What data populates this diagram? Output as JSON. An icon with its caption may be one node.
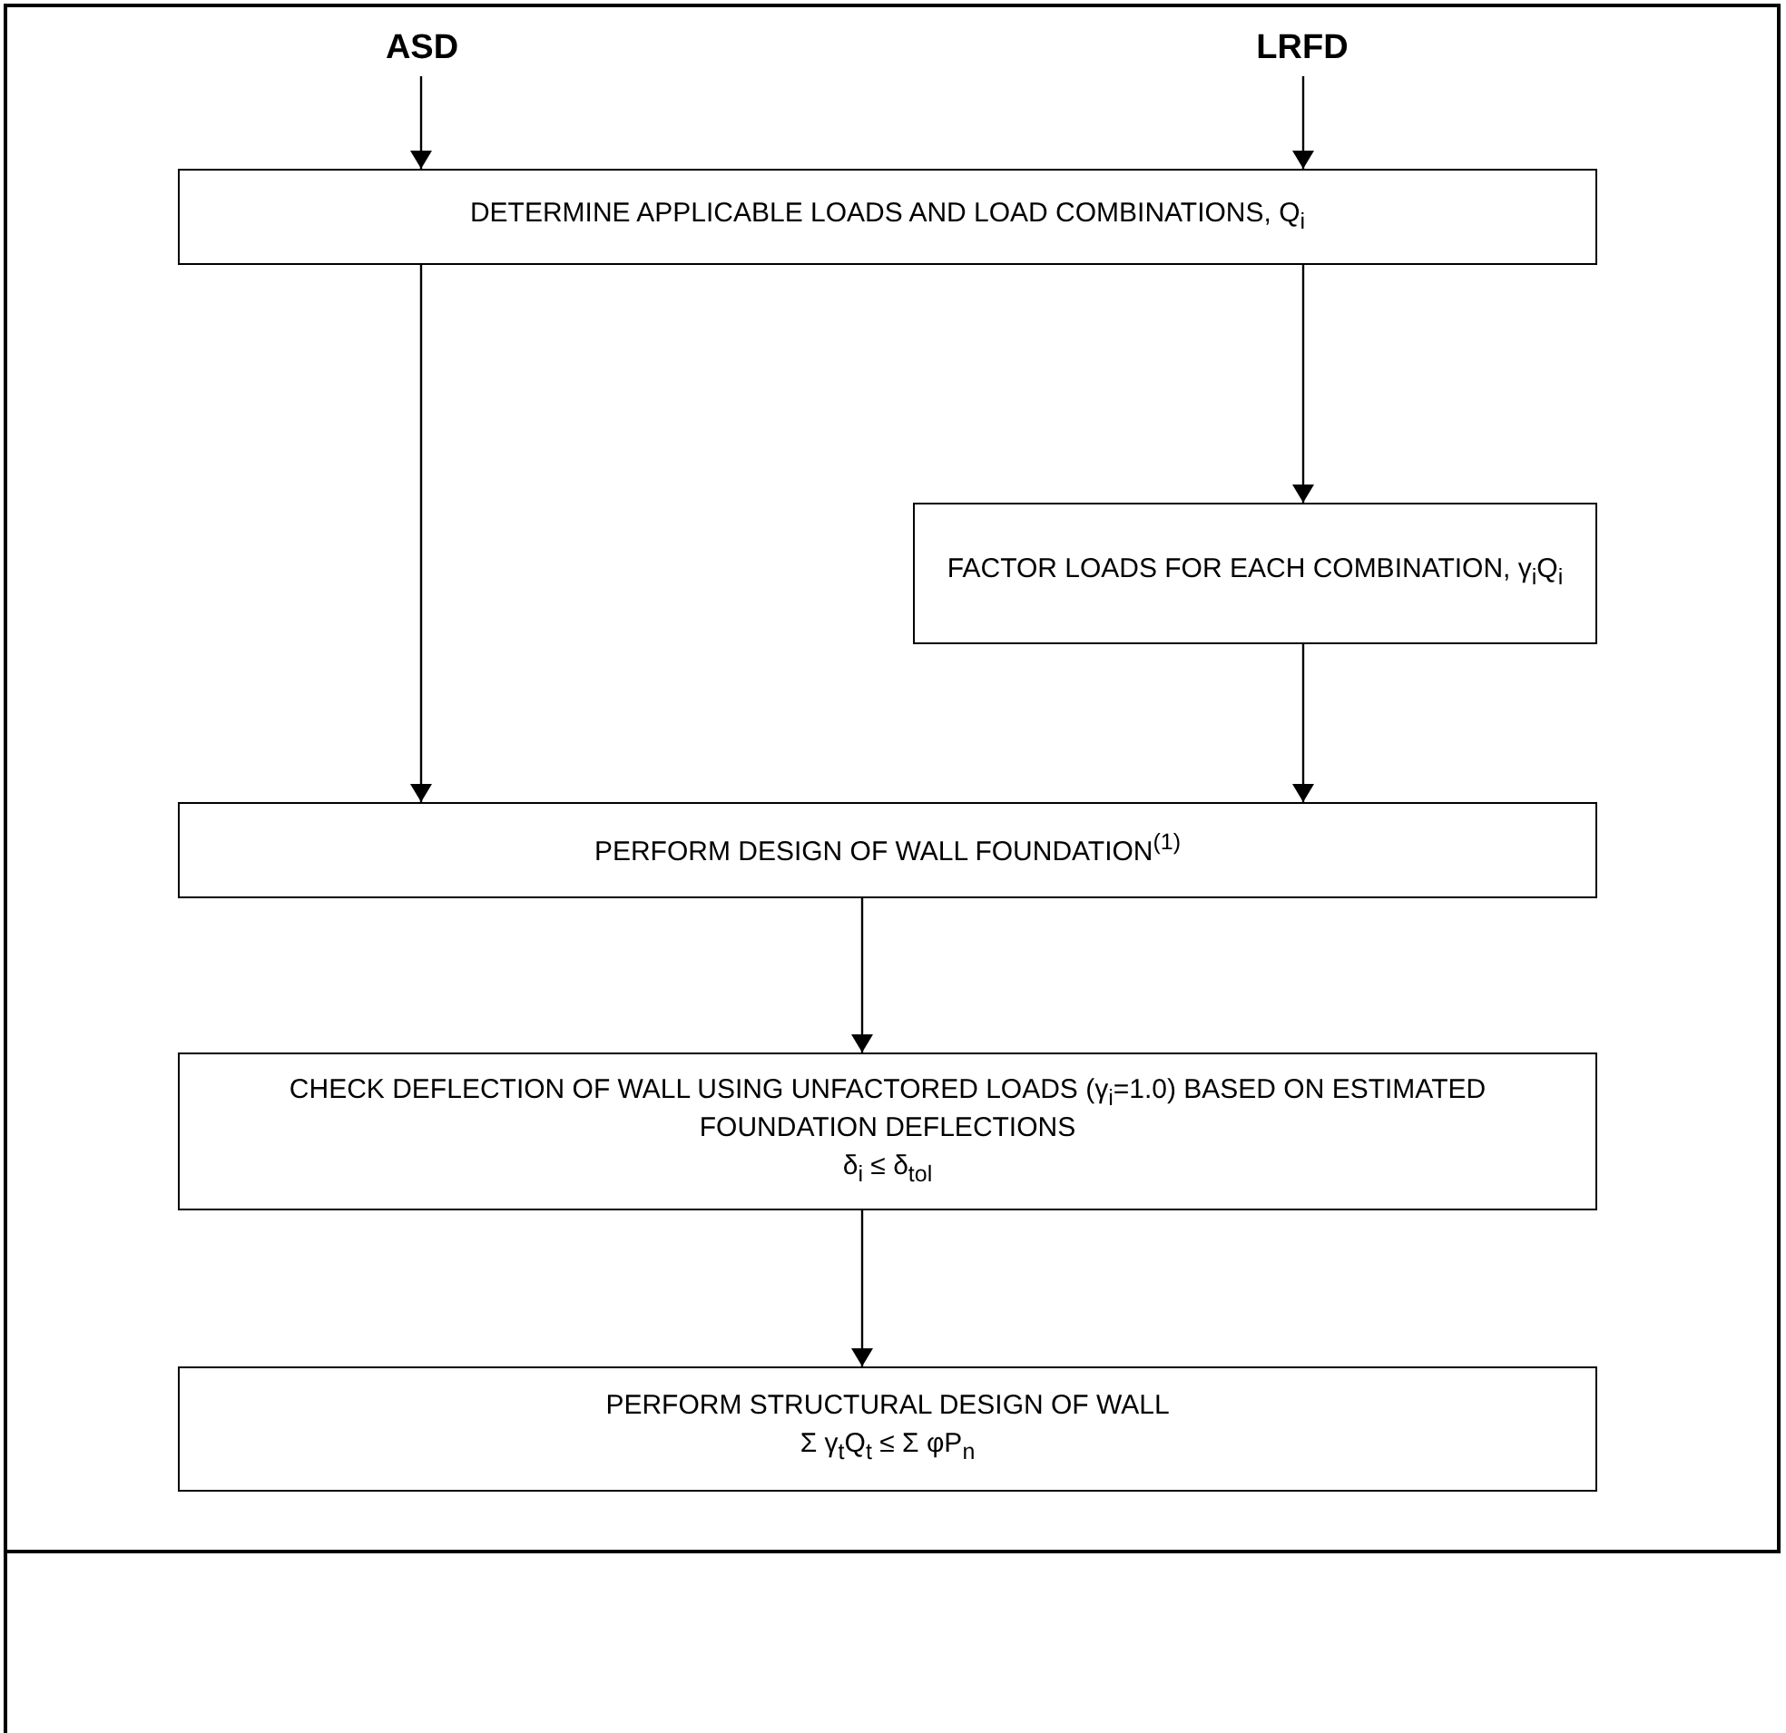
{
  "diagram": {
    "nodes": [
      {
        "text": [
          "ASD"
        ]
      },
      {
        "text": [
          "LRFD"
        ]
      },
      {
        "text": [
          "DETERMINE APPLICABLE LOADS AND LOAD COMBINATIONS, Q$_{i}$"
        ]
      },
      {
        "text": [
          "FACTOR LOADS FOR EACH COMBINATION, γ$_{i}$Q$_{i}$"
        ]
      },
      {
        "text": [
          "PERFORM DESIGN OF WALL FOUNDATION$^{(1)}$"
        ]
      },
      {
        "text": [
          "CHECK DEFLECTION OF WALL USING UNFACTORED LOADS (γ$_{i}$=1.0) BASED ON ESTIMATED FOUNDATION DEFLECTIONS",
          "δ$_{i}$ ≤ δ$_{tol}$"
        ]
      },
      {
        "text": [
          "PERFORM STRUCTURAL DESIGN OF WALL",
          "Σ γ$_{t}$Q$_{t}$ ≤ Σ φP$_{n}$"
        ]
      }
    ],
    "edges": [
      {
        "from": 0,
        "to": 2,
        "arrow": "to"
      },
      {
        "from": 1,
        "to": 2,
        "arrow": "to"
      },
      {
        "from": 2,
        "to": 4,
        "arrow": "to"
      },
      {
        "from": 2,
        "to": 3,
        "arrow": "to"
      },
      {
        "from": 3,
        "to": 4,
        "arrow": "to"
      },
      {
        "from": 4,
        "to": 5,
        "arrow": "to"
      },
      {
        "from": 5,
        "to": 6,
        "arrow": "to"
      }
    ]
  }
}
